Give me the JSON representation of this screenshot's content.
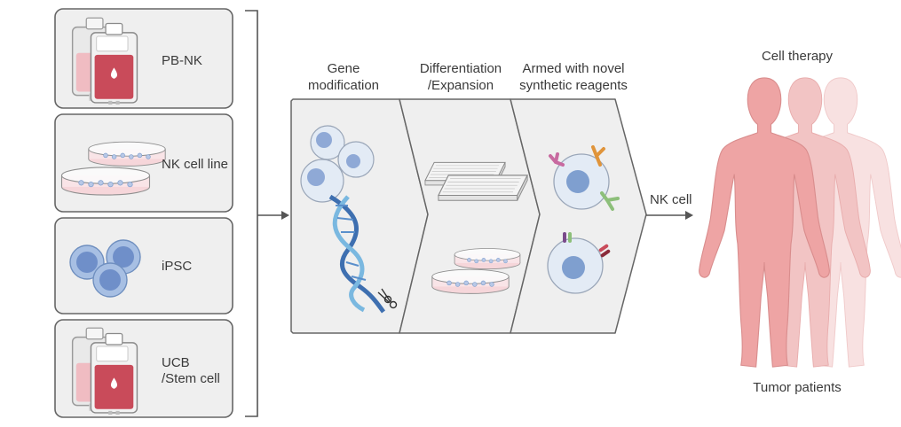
{
  "sources": [
    {
      "label": "PB-NK",
      "icon": "blood-bag-icon"
    },
    {
      "label": "NK cell line",
      "icon": "petri-dish-icon"
    },
    {
      "label": "iPSC",
      "icon": "stem-cells-icon"
    },
    {
      "label": "UCB\n/Stem cell",
      "icon": "blood-bag-icon"
    }
  ],
  "steps": [
    {
      "label": "Gene\nmodification",
      "icon": "dna-scissors-icon"
    },
    {
      "label": "Differentiation\n/Expansion",
      "icon": "culture-plates-icon"
    },
    {
      "label": "Armed with novel\nsynthetic reagents",
      "icon": "armed-nk-cells-icon"
    }
  ],
  "product_label": "NK cell",
  "outcome": {
    "top_label": "Cell therapy",
    "bottom_label": "Tumor patients",
    "icon": "human-silhouettes-icon"
  },
  "colors": {
    "line": "#555555",
    "panel_fill": "#efefef",
    "panel_stroke": "#666666",
    "cell_blue": "#7f9fcf",
    "blood": "#c94b5a",
    "body_pink": "#eea4a4"
  }
}
